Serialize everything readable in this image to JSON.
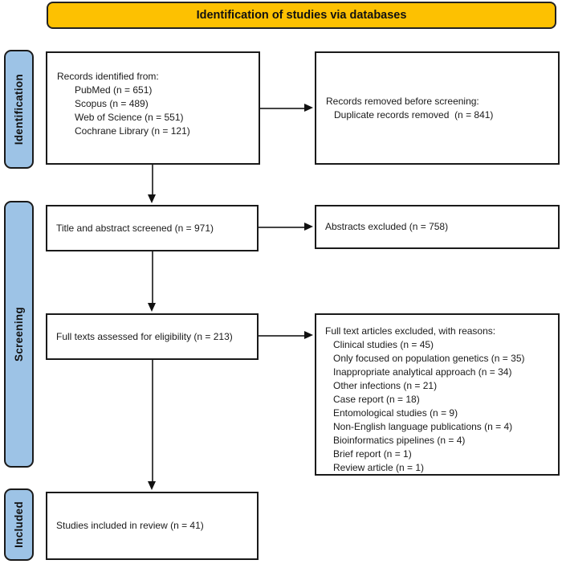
{
  "banner": {
    "title": "Identification of studies via databases"
  },
  "colors": {
    "banner_bg": "#FDC101",
    "sidebar_bg": "#9DC3E6",
    "box_border": "#1A1A1A",
    "arrow": "#444444"
  },
  "sidebars": {
    "identification": {
      "label": "Identification"
    },
    "screening": {
      "label": "Screening"
    },
    "included": {
      "label": "Included"
    }
  },
  "boxes": {
    "records_identified": {
      "title": "Records identified from:",
      "items": [
        "PubMed (n = 651)",
        "Scopus (n = 489)",
        "Web of Science (n = 551)",
        "Cochrane Library (n = 121)"
      ]
    },
    "records_removed": {
      "title": "Records removed before screening:",
      "items": [
        "Duplicate records removed  (n = 841)"
      ]
    },
    "title_abstract_screened": {
      "text": "Title and abstract screened (n = 971)"
    },
    "abstracts_excluded": {
      "text": "Abstracts excluded (n = 758)"
    },
    "full_texts_assessed": {
      "text": "Full texts assessed for eligibility (n = 213)"
    },
    "full_text_excluded": {
      "title": "Full text articles excluded, with reasons:",
      "items": [
        "Clinical studies (n = 45)",
        "Only focused on population genetics (n = 35)",
        "Inappropriate analytical approach (n = 34)",
        "Other infections (n = 21)",
        "Case report (n = 18)",
        "Entomological studies (n = 9)",
        "Non-English language publications (n = 4)",
        "Bioinformatics pipelines (n = 4)",
        "Brief report (n = 1)",
        "Review article (n = 1)"
      ]
    },
    "studies_included": {
      "text": "Studies included in review (n = 41)"
    }
  }
}
